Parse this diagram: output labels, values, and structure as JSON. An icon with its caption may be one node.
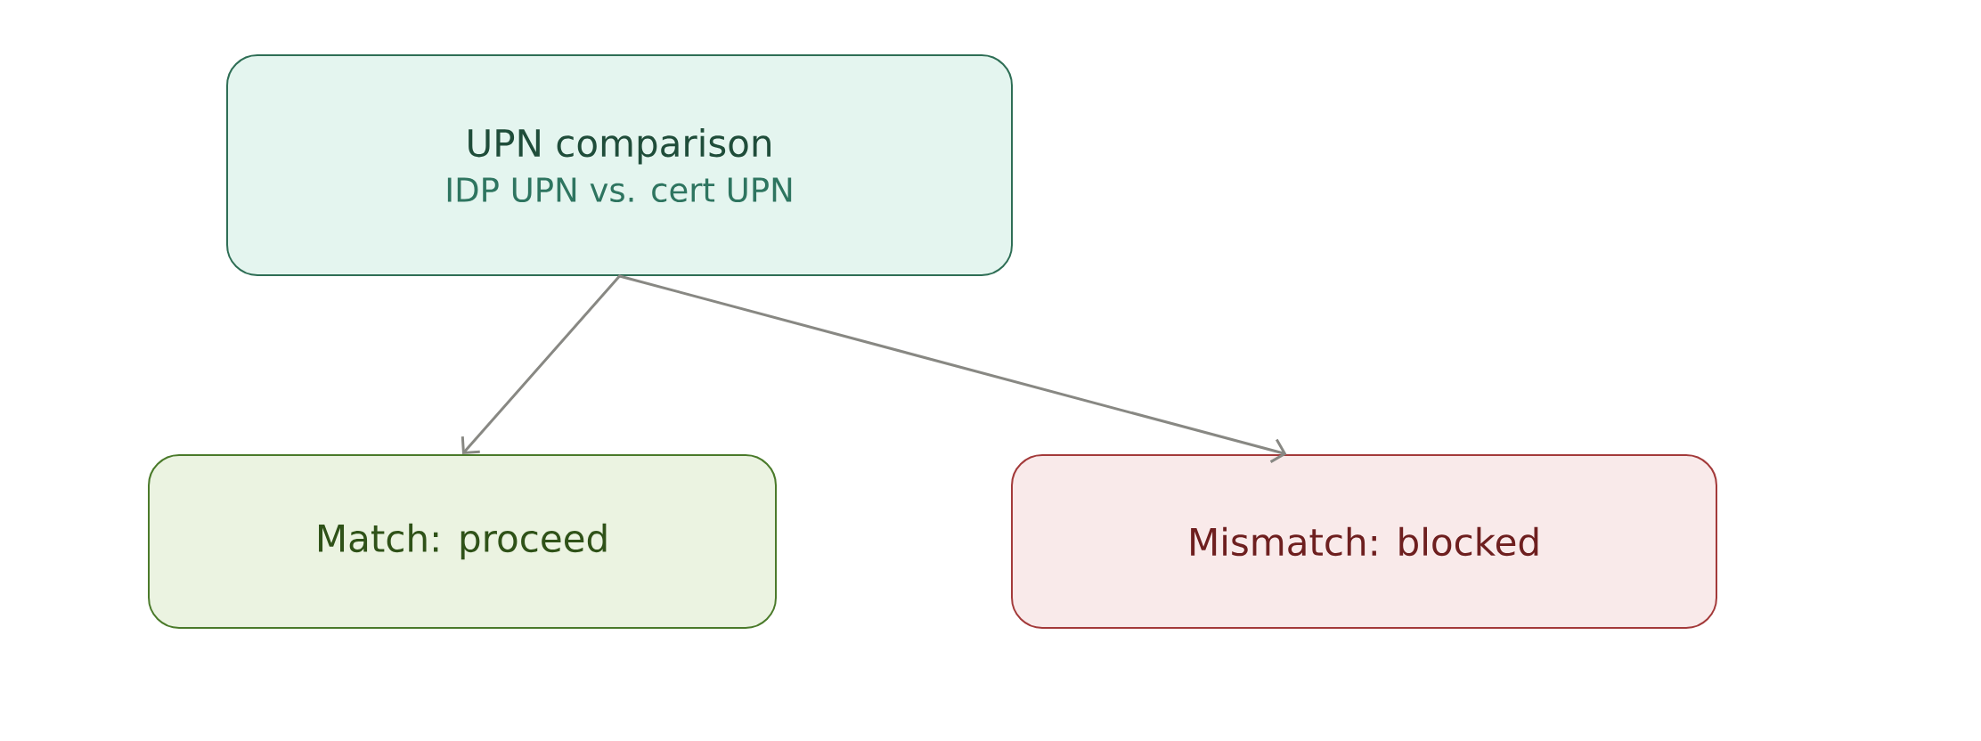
{
  "diagram": {
    "nodes": [
      {
        "text": [
          "UPN comparison",
          "IDP UPN vs. cert UPN"
        ]
      },
      {
        "text": [
          "Match: proceed"
        ]
      },
      {
        "text": [
          "Mismatch: blocked"
        ]
      }
    ],
    "edges": [
      {
        "from": 0,
        "to": 1,
        "arrow": "to"
      },
      {
        "from": 0,
        "to": 2,
        "arrow": "to"
      }
    ]
  }
}
